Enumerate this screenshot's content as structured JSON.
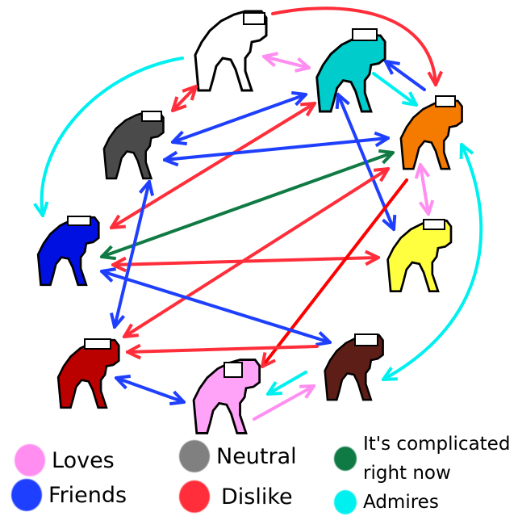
{
  "creatures": [
    {
      "id": "white",
      "color": "#ffffff"
    },
    {
      "id": "teal",
      "color": "#00cccc"
    },
    {
      "id": "orange",
      "color": "#f57a00"
    },
    {
      "id": "gray",
      "color": "#4a4a4a"
    },
    {
      "id": "blue",
      "color": "#0010e0"
    },
    {
      "id": "yellow",
      "color": "#ffff40"
    },
    {
      "id": "darkred",
      "color": "#bb0000"
    },
    {
      "id": "pink",
      "color": "#ffa3f8"
    },
    {
      "id": "brown",
      "color": "#5e1e18"
    }
  ],
  "legend": {
    "loves": {
      "label": "Loves",
      "color": "#ff8ef0"
    },
    "friends": {
      "label": "Friends",
      "color": "#1f3fff"
    },
    "neutral": {
      "label": "Neutral",
      "color": "#808080"
    },
    "dislike": {
      "label": "Dislike",
      "color": "#ff2e3a"
    },
    "complicated": {
      "label_line1": "It's complicated",
      "label_line2": "right now",
      "color": "#107a44"
    },
    "admires": {
      "label": "Admires",
      "color": "#00f0f0"
    }
  }
}
